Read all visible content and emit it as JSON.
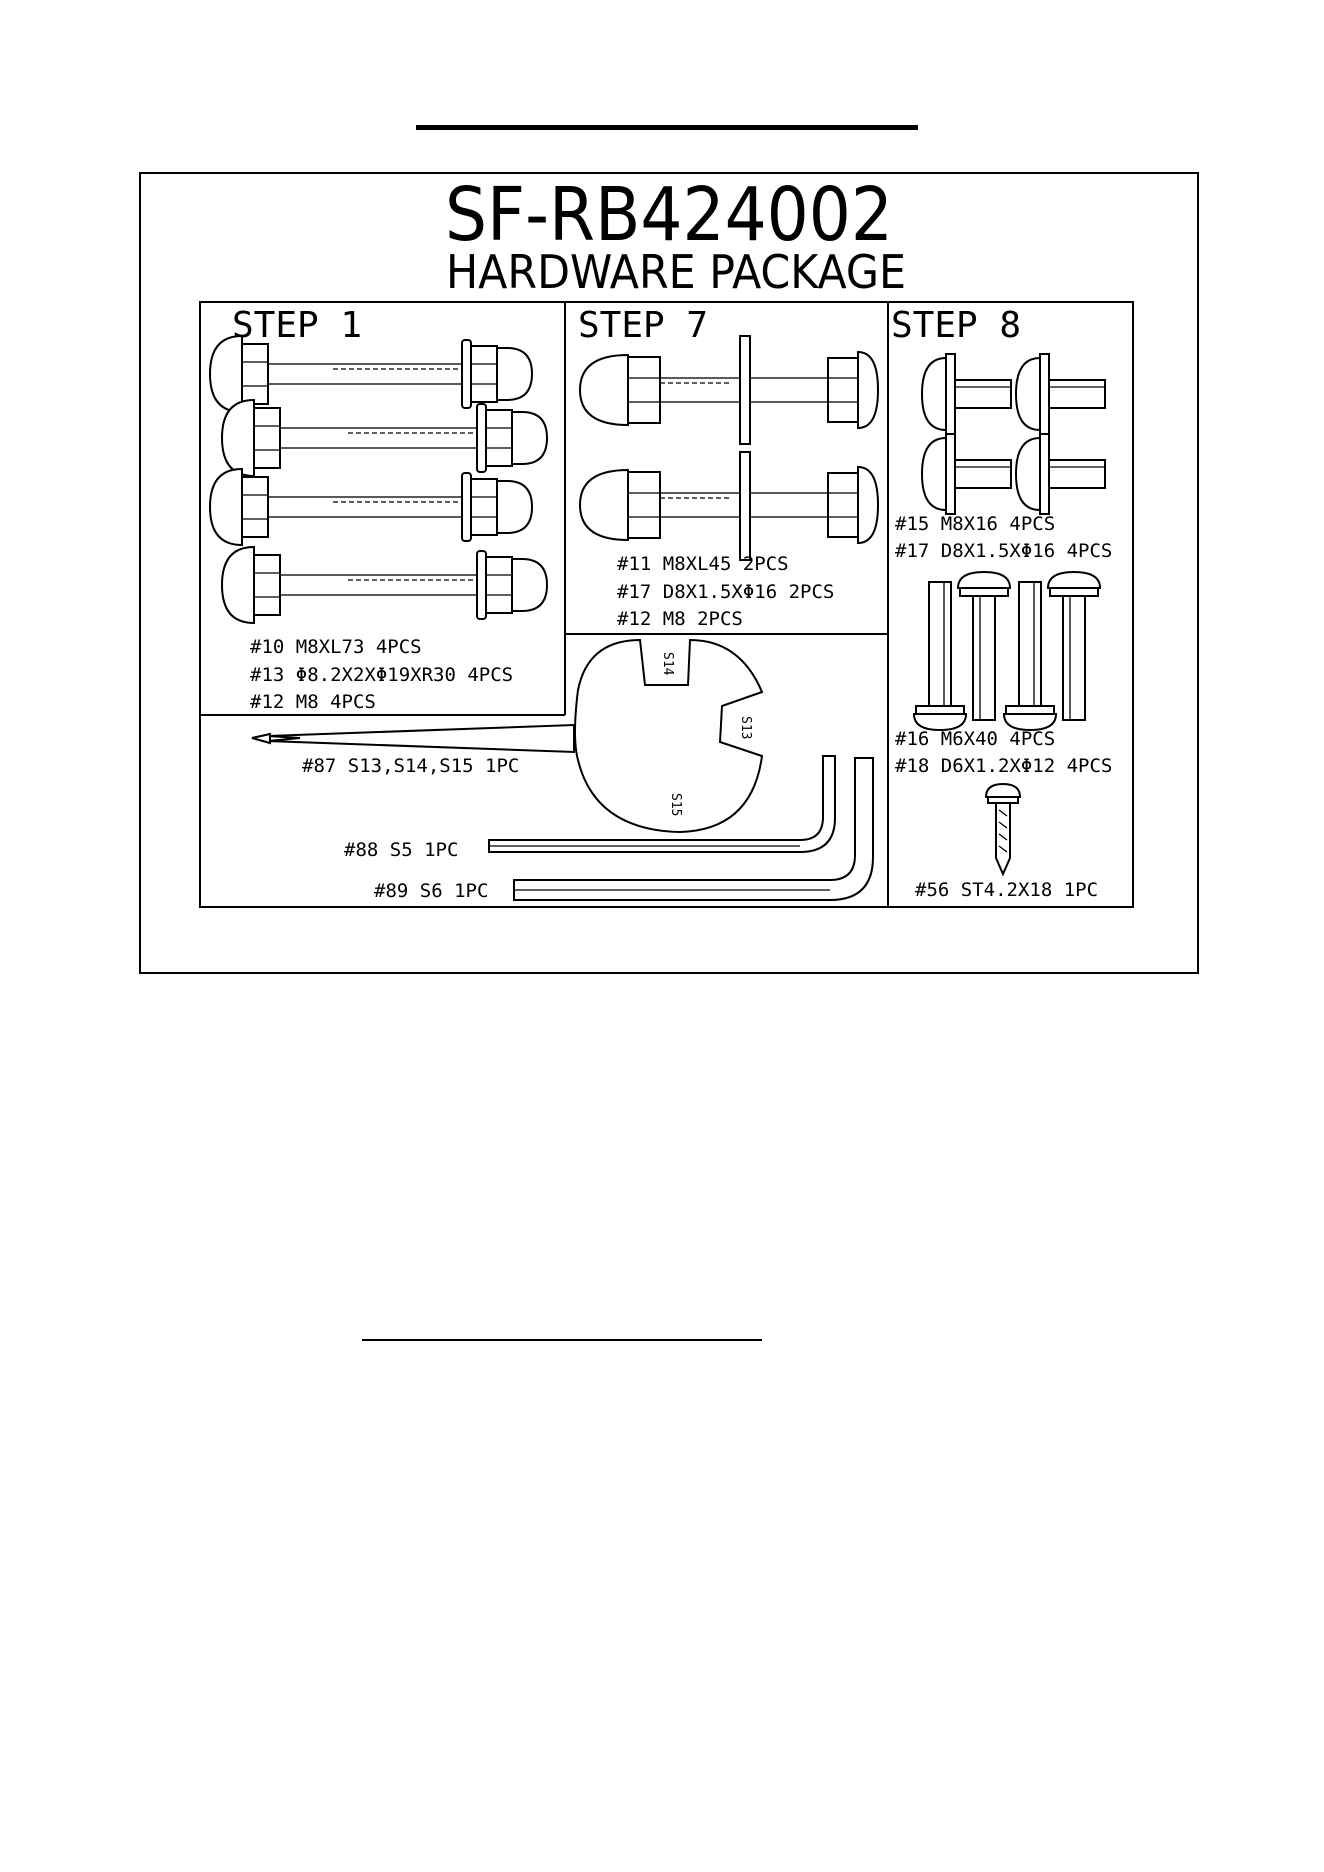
{
  "package": {
    "model": "SF-RB424002",
    "subtitle": "HARDWARE PACKAGE"
  },
  "steps": [
    {
      "label": "STEP 1",
      "parts": [
        "#10 M8XL73  4PCS",
        "#13  Φ8.2X2XΦ19XR30 4PCS",
        "#12 M8  4PCS"
      ]
    },
    {
      "label": "STEP 7",
      "parts": [
        "#11 M8XL45  2PCS",
        "#17 D8X1.5XΦ16 2PCS",
        "#12 M8  2PCS"
      ]
    },
    {
      "label": "STEP 8",
      "parts": [
        "#15 M8X16  4PCS",
        "#17 D8X1.5XΦ16 4PCS",
        "#16 M6X40  4PCS",
        "#18 D6X1.2XΦ12 4PCS",
        "#56 ST4.2X18 1PC"
      ]
    }
  ],
  "tools": {
    "wrench": {
      "label": "#87 S13,S14,S15  1PC",
      "slots": [
        "S14",
        "S13",
        "S15"
      ]
    },
    "allen_keys": [
      {
        "label": "#88 S5  1PC"
      },
      {
        "label": "#89 S6  1PC"
      }
    ]
  }
}
